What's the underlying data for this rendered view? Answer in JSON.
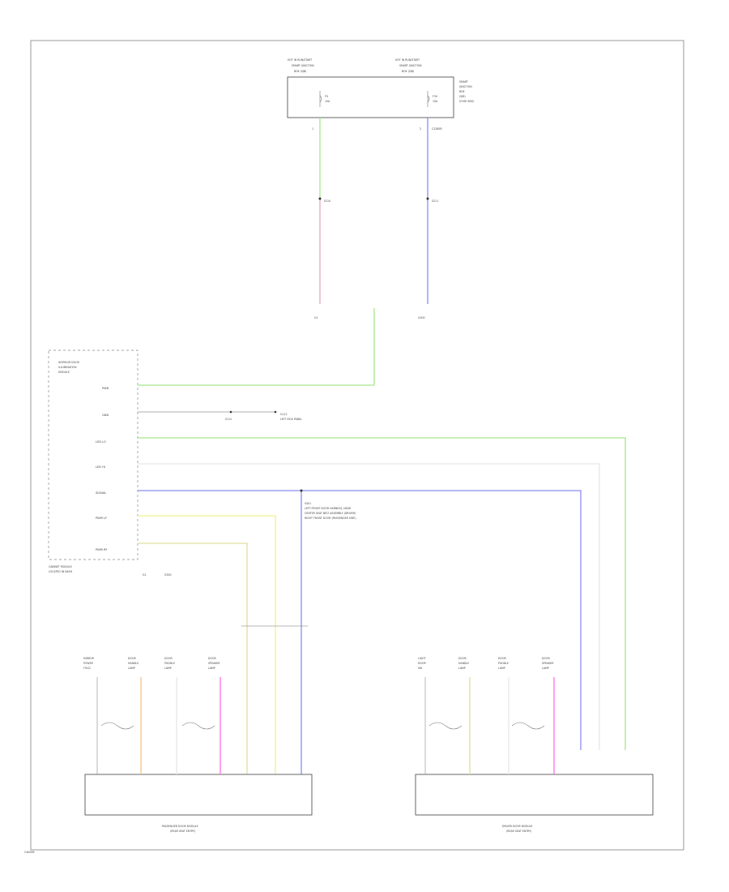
{
  "diagram": {
    "fuse_labels": {
      "left": [
        "HOT IN RUN/START",
        "SMART JUNCTION",
        "BOX (SJB)"
      ],
      "right": [
        "HOT IN RUN/START",
        "SMART JUNCTION",
        "BOX (SJB)"
      ],
      "side": [
        "SMART",
        "JUNCTION",
        "BOX",
        "(SJB)",
        "(FUSE BOX)"
      ],
      "fuse_left": [
        "F9",
        "10A"
      ],
      "fuse_right": [
        "F30",
        "10A"
      ]
    },
    "upper_wires": {
      "left": {
        "pin": "1",
        "splice": "S210",
        "ground": "G1"
      },
      "right": {
        "pin": "2",
        "tag": "C2280B",
        "splice": "S211",
        "ground": "G300"
      }
    },
    "module": {
      "title": [
        "INTERIOR DOOR",
        "ILLUMINATION",
        "MODULE"
      ],
      "footer": [
        "CABINET MODULE",
        "LOCATED IN DASH"
      ],
      "pins": [
        "PWR",
        "GND",
        "LED LO",
        "LED HI",
        "SIGNAL",
        "PWM LF",
        "PWM RF"
      ],
      "gnd_splice": "S112",
      "gnd_note": [
        "G112",
        "LEFT KICK PANEL"
      ],
      "bottom_tags": [
        "G1",
        "G300"
      ]
    },
    "splice_note": [
      "S401",
      "LEFT FRONT DOOR HARNESS, NEAR",
      "CENTER SEAT BELT ASSEMBLY (DRIVER)",
      "RIGHT FRONT DOOR (PASSENGER SIDE)"
    ],
    "left_door": {
      "connectors": [
        [
          "MIRROR",
          "POWER",
          "FOLD"
        ],
        [
          "DOOR",
          "HANDLE",
          "LAMP"
        ],
        [
          "DOOR",
          "PUDDLE",
          "LAMP"
        ],
        [
          "DOOR",
          "SPEAKER",
          "LAMP"
        ]
      ],
      "title": [
        "PASSENGER DOOR MODULE",
        "(REAR SEAT ENTRY)"
      ]
    },
    "right_door": {
      "connectors": [
        [
          "LIGHT",
          "DOOR",
          "SW"
        ],
        [
          "DOOR",
          "HANDLE",
          "LAMP"
        ],
        [
          "DOOR",
          "PUDDLE",
          "LAMP"
        ],
        [
          "DOOR",
          "SPEAKER",
          "LAMP"
        ]
      ],
      "title": [
        "DRIVER DOOR MODULE",
        "(REAR SEAT ENTRY)"
      ]
    },
    "footer_code": "C4000B",
    "colors": {
      "green": "#a6e68a",
      "pink": "#e9a9b6",
      "blue": "#8c8cf3",
      "yellow": "#f1f18f",
      "orange": "#f2c28c",
      "magenta": "#ff6ee6",
      "olive": "#e2dfa0",
      "light": "#e6e6e6"
    }
  }
}
